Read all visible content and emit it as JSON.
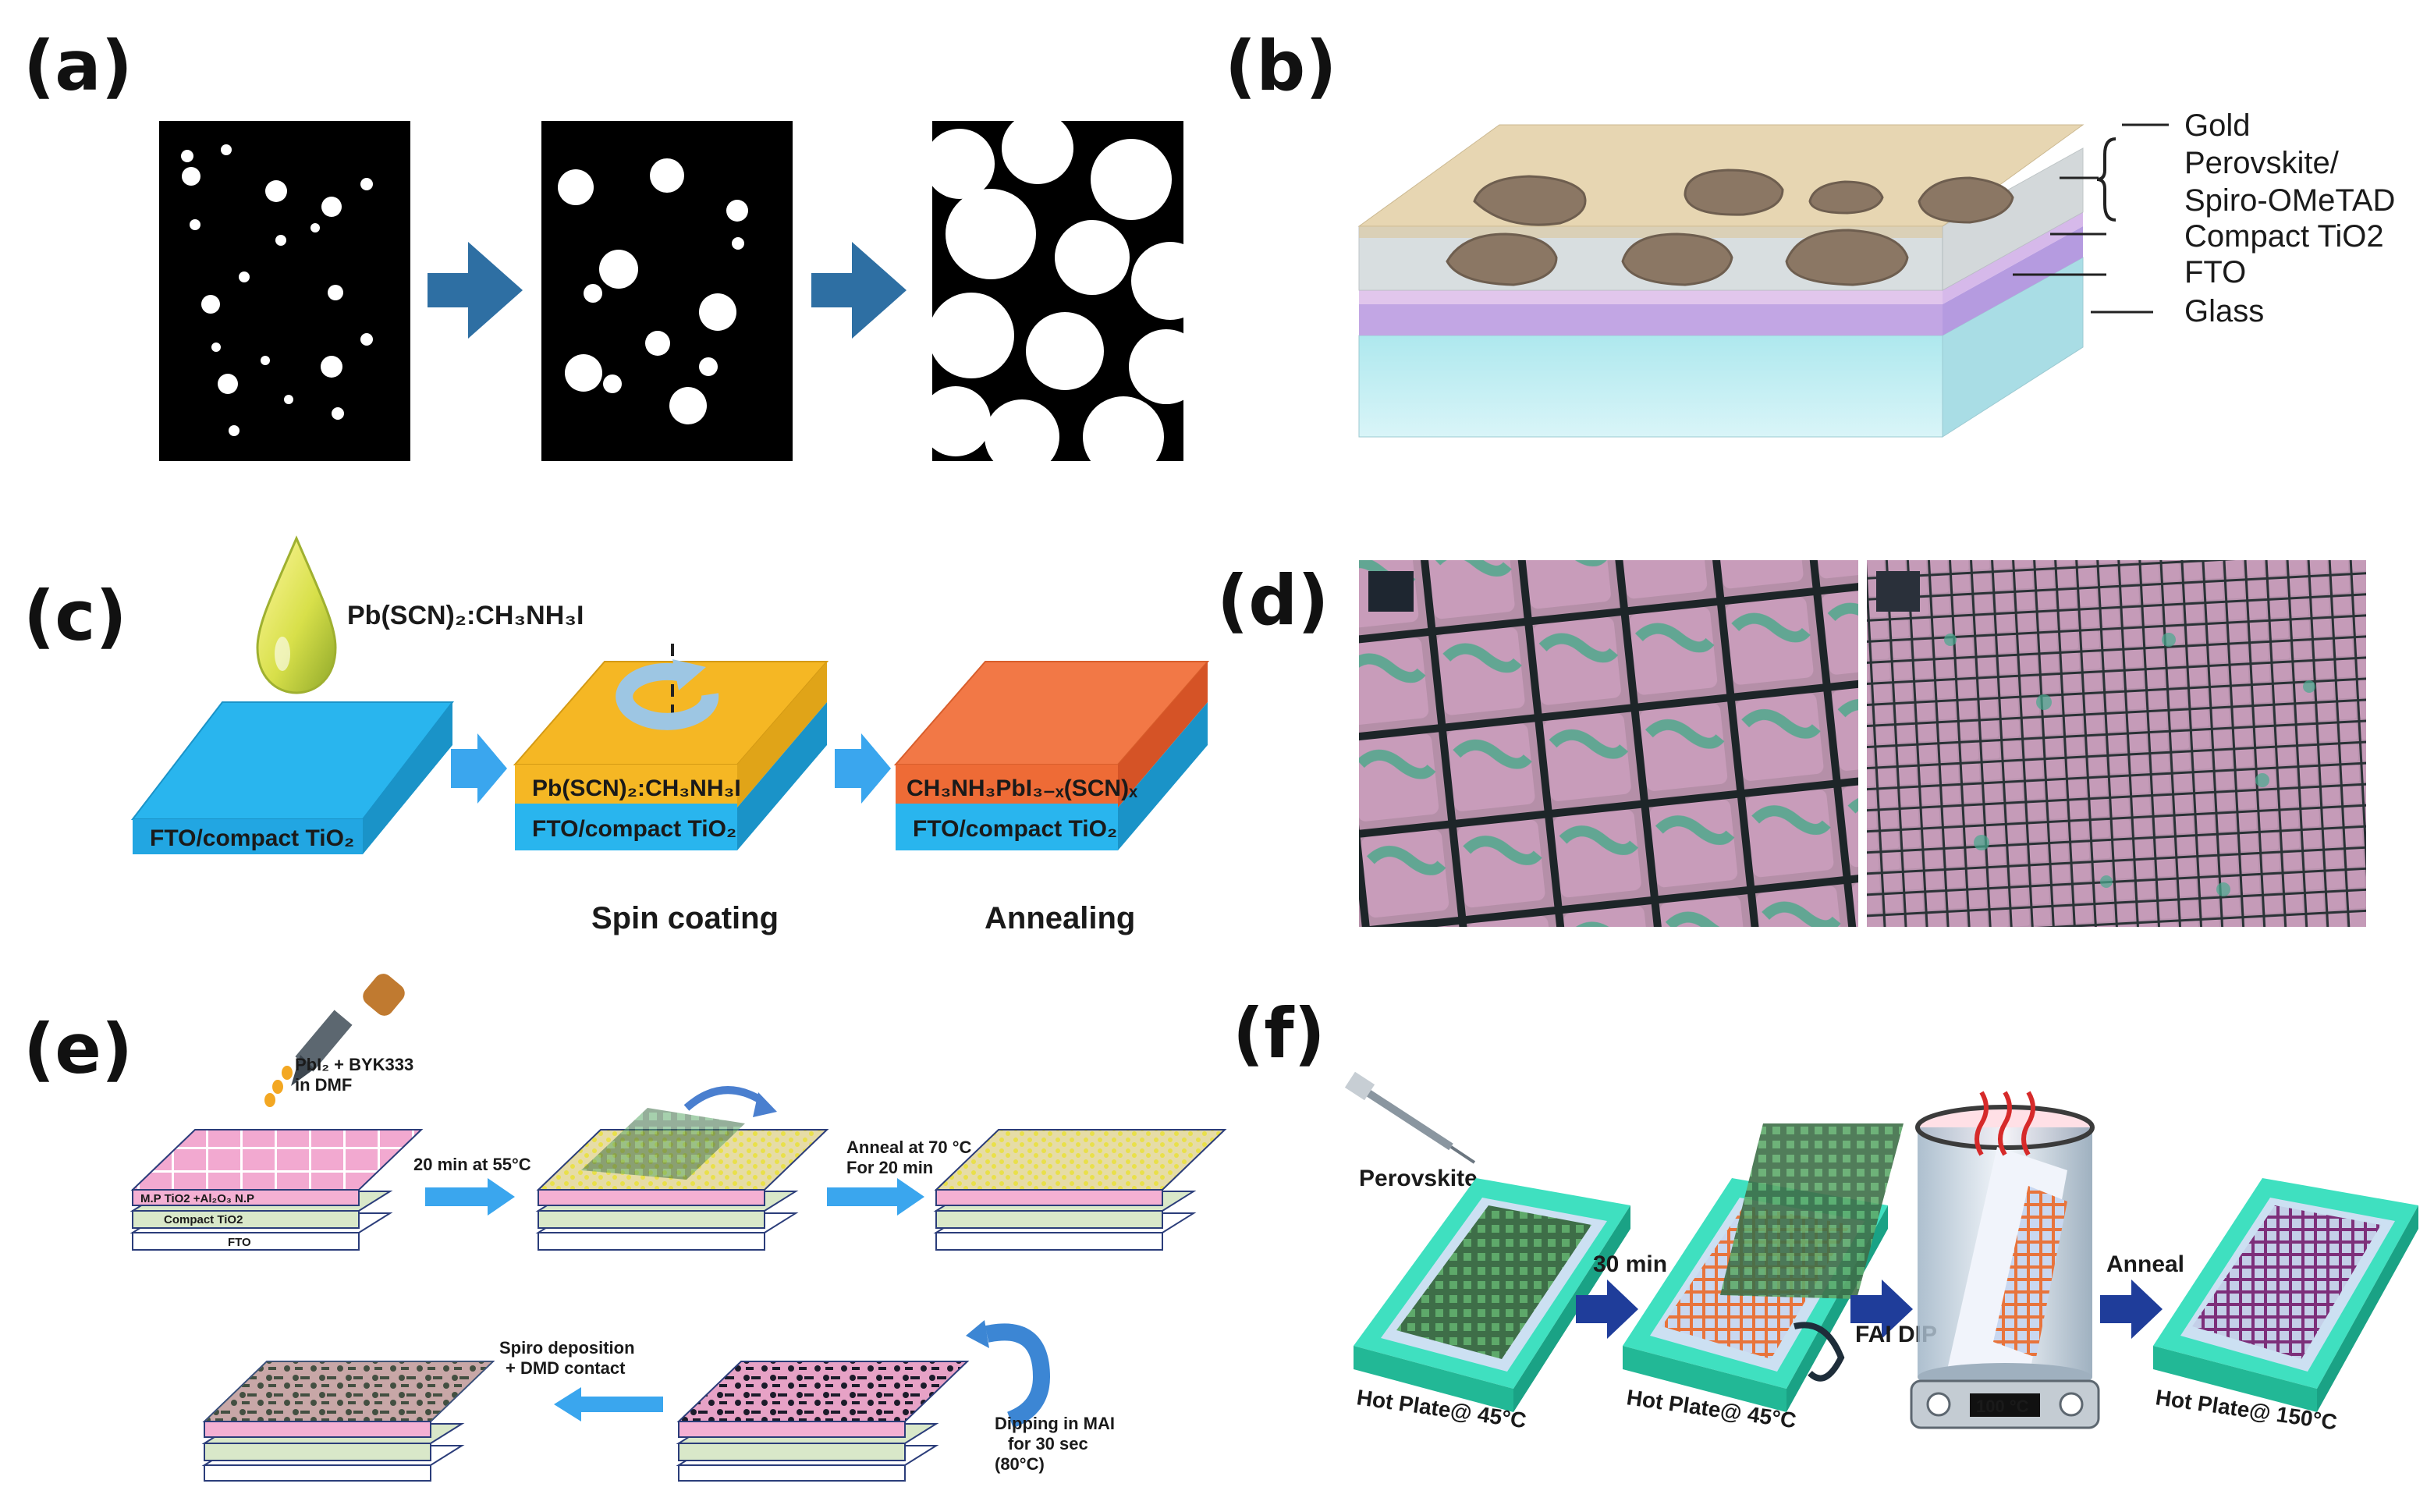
{
  "panels": {
    "a": {
      "letter": "(a)"
    },
    "b": {
      "letter": "(b)",
      "layers": {
        "gold": "Gold",
        "perovskite": "Perovskite/",
        "spiro": "Spiro-OMeTAD",
        "compact": "Compact TiO2",
        "fto": "FTO",
        "glass": "Glass"
      }
    },
    "c": {
      "letter": "(c)",
      "precursor": "Pb(SCN)₂:CH₃NH₃I",
      "substrate": "FTO/compact TiO₂",
      "film_precursor": "Pb(SCN)₂:CH₃NH₃I",
      "film_product": "CH₃NH₃PbI₃₋ₓ(SCN)ₓ",
      "step_spin": "Spin coating",
      "step_anneal": "Annealing"
    },
    "d": {
      "letter": "(d)"
    },
    "e": {
      "letter": "(e)",
      "solution_line1": "PbI₂ + BYK333",
      "solution_line2": "in DMF",
      "step1": "20 min at 55°C",
      "step2_line1": "Anneal at 70 °C",
      "step2_line2": "For 20 min",
      "layer_mp": "M.P TiO2 +Al₂O₃ N.P",
      "layer_compact": "Compact TiO2",
      "layer_fto": "FTO",
      "step3_line1": "Dipping in MAI",
      "step3_line2": "for 30 sec",
      "step3_line3": "(80°C)",
      "step4_line1": "Spiro deposition",
      "step4_line2": "+ DMD contact"
    },
    "f": {
      "letter": "(f)",
      "perovskite": "Perovskite",
      "step1": "30 min",
      "step2": "FAI DIP",
      "step3": "Anneal",
      "plate1": "Hot Plate@ 45°C",
      "plate2": "Hot Plate@ 45°C",
      "heater": "100 °C",
      "plate3": "Hot Plate@ 150°C"
    }
  },
  "colors": {
    "arrow_blue": "#2e6fa3",
    "light_blue_arrow": "#3aa6ee",
    "substrate_blue": "#29b5ee",
    "film_yellow": "#f5b724",
    "film_orange": "#f27846",
    "hotplate_green": "#3fe0c0"
  }
}
